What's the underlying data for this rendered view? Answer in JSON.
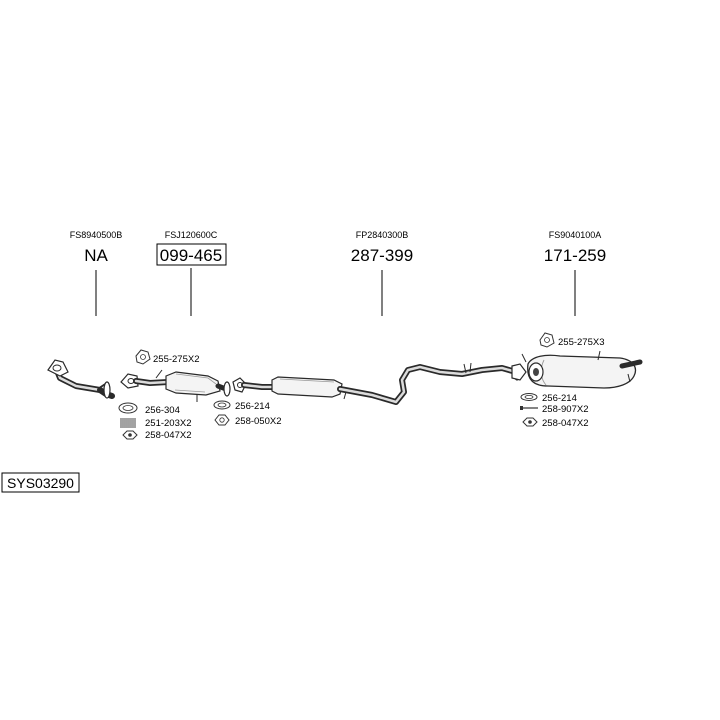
{
  "system_code": "SYS03290",
  "parts": [
    {
      "ref": "FS8940500B",
      "number": "NA",
      "boxed": false
    },
    {
      "ref": "FSJ120600C",
      "number": "099-465",
      "boxed": true
    },
    {
      "ref": "FP2840300B",
      "number": "287-399",
      "boxed": false
    },
    {
      "ref": "FS9040100A",
      "number": "171-259",
      "boxed": false
    }
  ],
  "accessories": {
    "group1_top": "255-275X2",
    "group1": [
      "256-304",
      "251-203X2",
      "258-047X2"
    ],
    "group2": [
      "256-214",
      "258-050X2"
    ],
    "group3_top": "255-275X3",
    "group3": [
      "256-214",
      "258-907X2",
      "258-047X2"
    ]
  },
  "icons": [
    "gasket-ring-icon",
    "flange-gasket-icon",
    "spring-icon",
    "nut-icon",
    "bolt-icon",
    "hanger-rubber-icon"
  ]
}
